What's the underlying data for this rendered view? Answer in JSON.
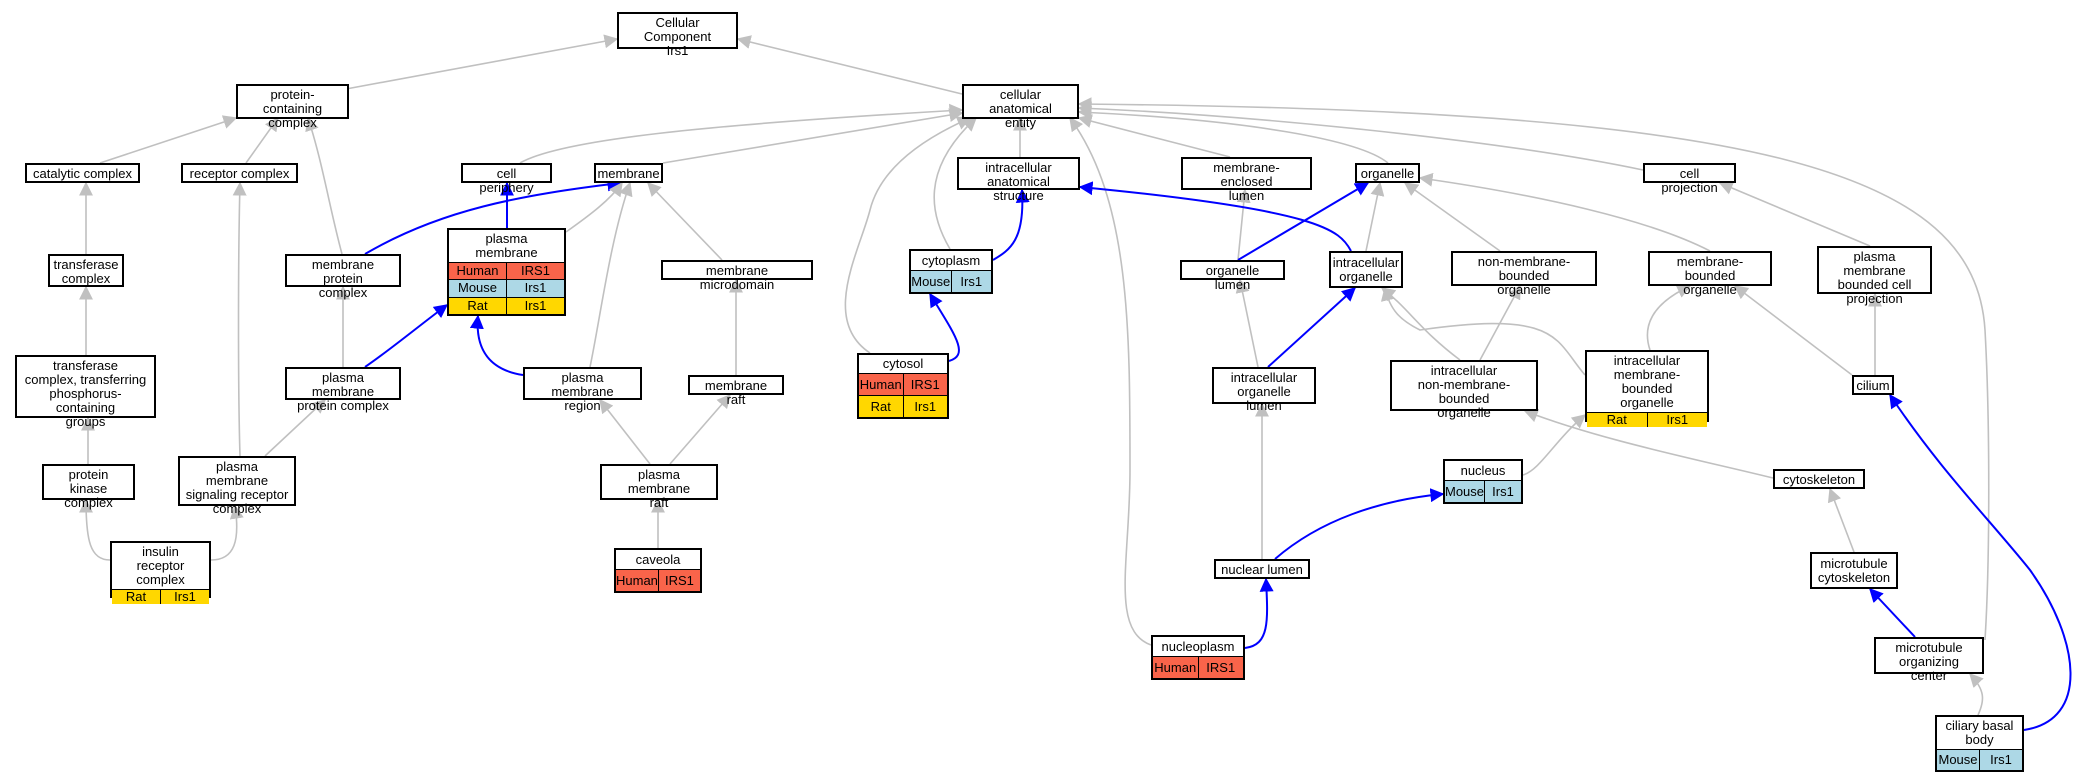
{
  "colors": {
    "is_a_edge": "#c0c0c0",
    "part_of_edge": "#0000ff",
    "Human": "#f9644a",
    "Mouse": "#add8e6",
    "Rat": "#ffd700"
  },
  "nodes": {
    "root": {
      "label": "Cellular Component\nIrs1"
    },
    "pcc": {
      "label": "protein-containing\ncomplex"
    },
    "cae": {
      "label": "cellular anatomical\nentity"
    },
    "catc": {
      "label": "catalytic complex"
    },
    "recc": {
      "label": "receptor complex"
    },
    "cper": {
      "label": "cell periphery"
    },
    "memb": {
      "label": "membrane"
    },
    "ias": {
      "label": "intracellular\nanatomical structure"
    },
    "mel": {
      "label": "membrane-enclosed\nlumen"
    },
    "org": {
      "label": "organelle"
    },
    "cproj": {
      "label": "cell projection"
    },
    "trans": {
      "label": "transferase\ncomplex"
    },
    "mpc": {
      "label": "membrane protein\ncomplex"
    },
    "pm": {
      "label": "plasma membrane",
      "rows": [
        [
          "Human",
          "IRS1"
        ],
        [
          "Mouse",
          "Irs1"
        ],
        [
          "Rat",
          "Irs1"
        ]
      ]
    },
    "mmd": {
      "label": "membrane microdomain"
    },
    "cyto": {
      "label": "cytoplasm",
      "rows": [
        [
          "Mouse",
          "Irs1"
        ]
      ]
    },
    "orgl": {
      "label": "organelle lumen"
    },
    "io": {
      "label": "intracellular\norganelle"
    },
    "nmbo": {
      "label": "non-membrane-bounded\norganelle"
    },
    "mbo": {
      "label": "membrane-bounded\norganelle"
    },
    "pmbcp": {
      "label": "plasma membrane\nbounded cell\nprojection"
    },
    "tcpg": {
      "label": "transferase\ncomplex, transferring\nphosphorus-containing\ngroups"
    },
    "pmpc": {
      "label": "plasma membrane\nprotein complex"
    },
    "pmr": {
      "label": "plasma membrane\nregion"
    },
    "mraft": {
      "label": "membrane raft"
    },
    "cytosol": {
      "label": "cytosol",
      "rows": [
        [
          "Human",
          "IRS1"
        ],
        [
          "Rat",
          "Irs1"
        ]
      ]
    },
    "iol": {
      "label": "intracellular\norganelle lumen"
    },
    "inmbo": {
      "label": "intracellular\nnon-membrane-bounded\norganelle"
    },
    "imbo": {
      "label": "intracellular\nmembrane-bounded\norganelle",
      "rows": [
        [
          "Rat",
          "Irs1"
        ]
      ]
    },
    "cilium": {
      "label": "cilium"
    },
    "pkc": {
      "label": "protein kinase\ncomplex"
    },
    "pmsrc": {
      "label": "plasma membrane\nsignaling receptor\ncomplex"
    },
    "pmraft": {
      "label": "plasma membrane\nraft"
    },
    "nucleus": {
      "label": "nucleus",
      "rows": [
        [
          "Mouse",
          "Irs1"
        ]
      ]
    },
    "cytosk": {
      "label": "cytoskeleton"
    },
    "irc": {
      "label": "insulin receptor\ncomplex",
      "rows": [
        [
          "Rat",
          "Irs1"
        ]
      ]
    },
    "caveola": {
      "label": "caveola",
      "rows": [
        [
          "Human",
          "IRS1"
        ]
      ]
    },
    "nlumen": {
      "label": "nuclear lumen"
    },
    "mtcs": {
      "label": "microtubule\ncytoskeleton"
    },
    "nucp": {
      "label": "nucleoplasm",
      "rows": [
        [
          "Human",
          "IRS1"
        ]
      ]
    },
    "mtoc": {
      "label": "microtubule\norganizing center"
    },
    "cbb": {
      "label": "ciliary basal\nbody",
      "rows": [
        [
          "Mouse",
          "Irs1"
        ]
      ]
    }
  }
}
